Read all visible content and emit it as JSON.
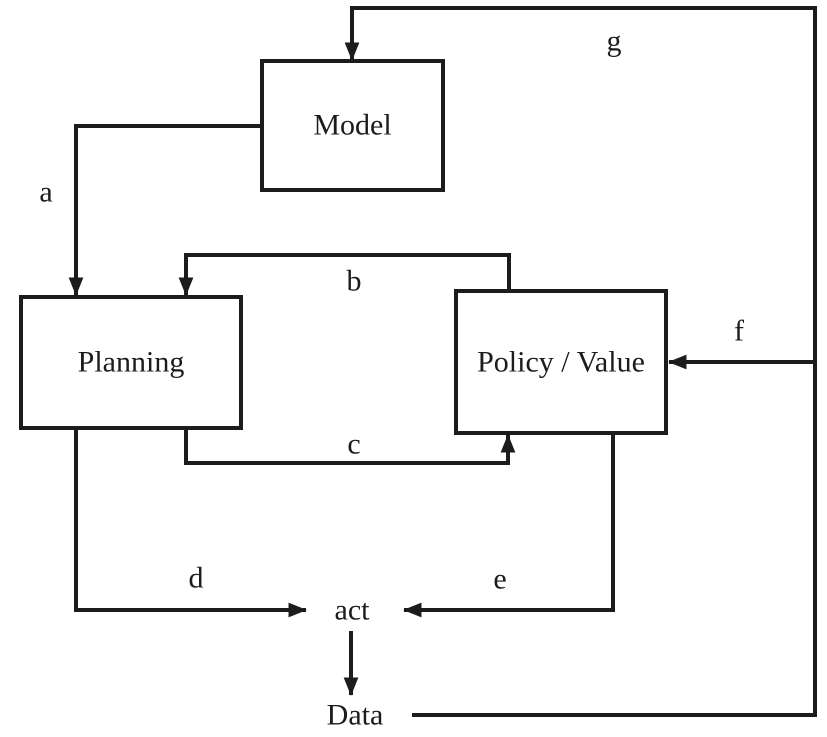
{
  "diagram": {
    "type": "flow-diagram",
    "colors": {
      "background": "#ffffff",
      "line": "#1c1c1c",
      "text": "#1c1c1c",
      "box_fill": "#ffffff"
    },
    "nodes": {
      "model": {
        "label": "Model",
        "shape": "rect"
      },
      "planning": {
        "label": "Planning",
        "shape": "rect"
      },
      "policy_value": {
        "label": "Policy / Value",
        "shape": "rect"
      },
      "act": {
        "label": "act",
        "shape": "text"
      },
      "data": {
        "label": "Data",
        "shape": "text"
      }
    },
    "edges": {
      "a": {
        "label": "a",
        "from": "Model",
        "to": "Planning"
      },
      "b": {
        "label": "b",
        "from": "Policy / Value",
        "to": "Planning"
      },
      "c": {
        "label": "c",
        "from": "Planning",
        "to": "Policy / Value"
      },
      "d": {
        "label": "d",
        "from": "Planning",
        "to": "act"
      },
      "e": {
        "label": "e",
        "from": "Policy / Value",
        "to": "act"
      },
      "f": {
        "label": "f",
        "from": "Data",
        "to": "Policy / Value"
      },
      "g": {
        "label": "g",
        "from": "Data",
        "to": "Model"
      },
      "act_to_data": {
        "label": "",
        "from": "act",
        "to": "Data"
      }
    }
  }
}
